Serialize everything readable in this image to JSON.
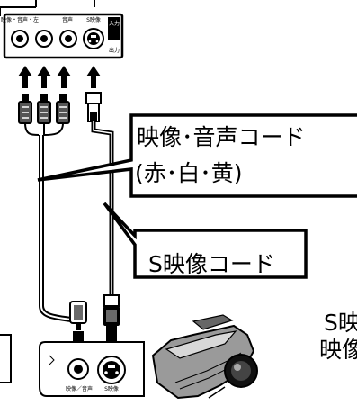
{
  "panel": {
    "jack_labels": [
      "映像・音声・左",
      "音声",
      "S映像"
    ],
    "side_mark": "入力",
    "bottom_mark": "出力"
  },
  "callouts": {
    "av_cord": {
      "line1": "映像･音声コード",
      "line2": "(赤･白･黄)"
    },
    "s_cord": {
      "text": "S映像コード"
    }
  },
  "camera_panel": {
    "labels": [
      "映像／音声",
      "S映像"
    ]
  },
  "right_text": {
    "line1": "S映",
    "line2": "映像"
  },
  "colors": {
    "ink": "#000000",
    "paper": "#ffffff",
    "shade": "#6a6a6a"
  }
}
